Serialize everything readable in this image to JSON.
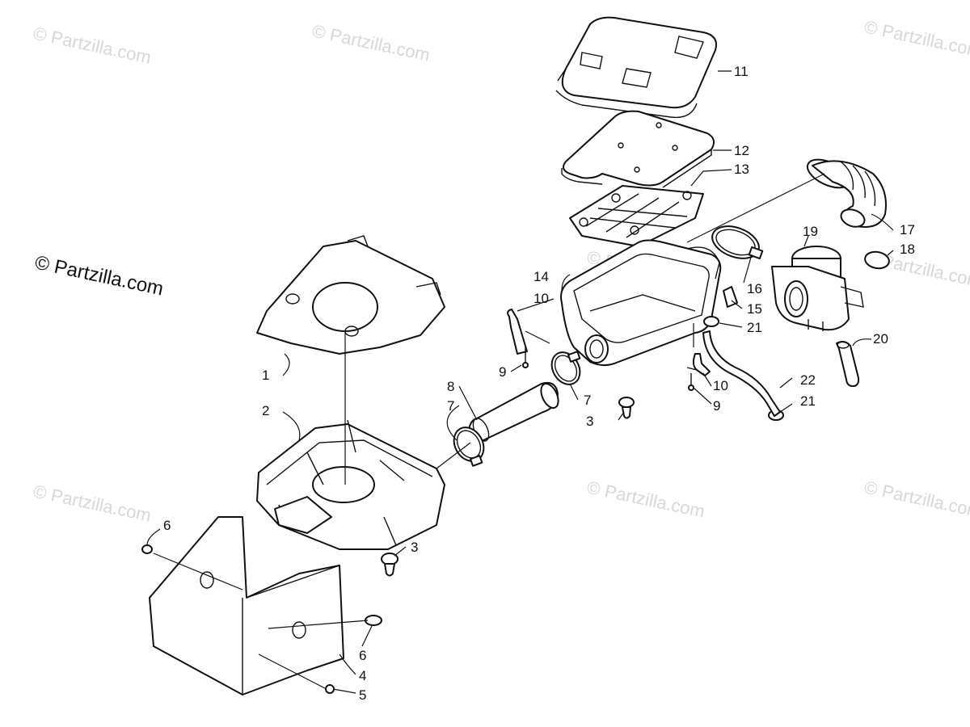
{
  "watermark": {
    "main_text": "© Partzilla.com",
    "faint_text": "© Partzilla.com"
  },
  "callouts": {
    "c1": "1",
    "c2": "2",
    "c3a": "3",
    "c3b": "3",
    "c4": "4",
    "c5": "5",
    "c6a": "6",
    "c6b": "6",
    "c7a": "7",
    "c7b": "7",
    "c8": "8",
    "c9a": "9",
    "c9b": "9",
    "c10a": "10",
    "c10b": "10",
    "c11": "11",
    "c12": "12",
    "c13": "13",
    "c14": "14",
    "c15": "15",
    "c16": "16",
    "c17": "17",
    "c18": "18",
    "c19": "19",
    "c20": "20",
    "c21a": "21",
    "c21b": "21",
    "c22": "22"
  }
}
